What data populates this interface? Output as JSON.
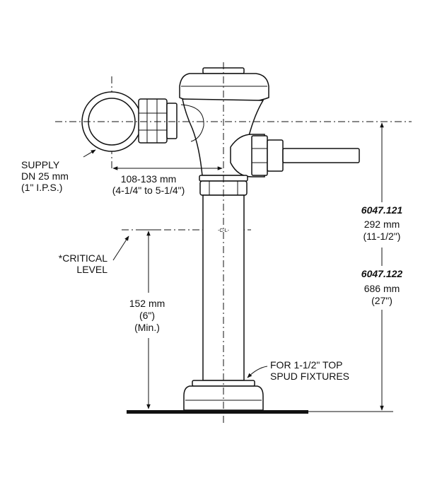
{
  "supply": {
    "line1": "SUPPLY",
    "line2": "DN 25 mm",
    "line3": "(1\" I.P.S.)"
  },
  "offset": {
    "mm": "108-133 mm",
    "inch": "(4-1/4\" to 5-1/4\")"
  },
  "critical": {
    "line1": "*CRITICAL",
    "line2": "LEVEL"
  },
  "min_height": {
    "mm": "152 mm",
    "inch": "(6\")",
    "note": "(Min.)"
  },
  "spud": {
    "line1": "FOR 1-1/2\" TOP",
    "line2": "SPUD FIXTURES"
  },
  "model_a": {
    "code": "6047.121",
    "mm": "292 mm",
    "inch": "(11-1/2\")"
  },
  "model_b": {
    "code": "6047.122",
    "mm": "686 mm",
    "inch": "(27\")"
  },
  "centerline": "-C-L-"
}
